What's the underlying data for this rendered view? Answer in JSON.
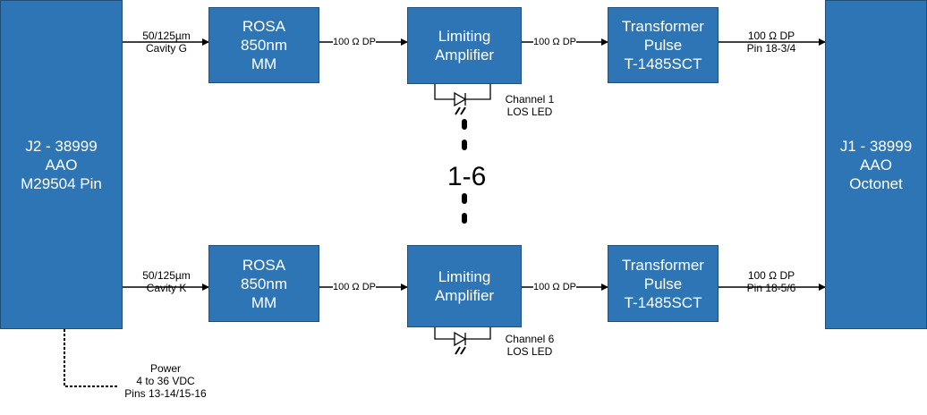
{
  "colors": {
    "block_fill": "#2E75B6",
    "block_border": "#1F4E79",
    "block_text": "#FFFFFF",
    "line": "#000000"
  },
  "left_connector": {
    "lines": [
      "J2 - 38999",
      "AAO",
      "M29504 Pin"
    ]
  },
  "right_connector": {
    "lines": [
      "J1 - 38999",
      "AAO",
      "Octonet"
    ]
  },
  "channels": [
    {
      "fiber_label": [
        "50/125µm",
        "Cavity G"
      ],
      "rosa": [
        "ROSA",
        "850nm",
        "MM"
      ],
      "dp_label_1": "100 Ω DP",
      "amplifier": [
        "Limiting",
        "Amplifier"
      ],
      "dp_label_2": "100 Ω DP",
      "transformer": [
        "Transformer",
        "Pulse",
        "T-1485SCT"
      ],
      "out_label": [
        "100 Ω DP",
        "Pin 18-3/4"
      ],
      "led_label": [
        "Channel 1",
        "LOS LED"
      ]
    },
    {
      "fiber_label": [
        "50/125µm",
        "Cavity K"
      ],
      "rosa": [
        "ROSA",
        "850nm",
        "MM"
      ],
      "dp_label_1": "100 Ω DP",
      "amplifier": [
        "Limiting",
        "Amplifier"
      ],
      "dp_label_2": "100 Ω DP",
      "transformer": [
        "Transformer",
        "Pulse",
        "T-1485SCT"
      ],
      "out_label": [
        "100 Ω DP",
        "Pin 18-5/6"
      ],
      "led_label": [
        "Channel 6",
        "LOS LED"
      ]
    }
  ],
  "range_label": "1-6",
  "power_label": [
    "Power",
    "4 to 36 VDC",
    "Pins 13-14/15-16"
  ]
}
